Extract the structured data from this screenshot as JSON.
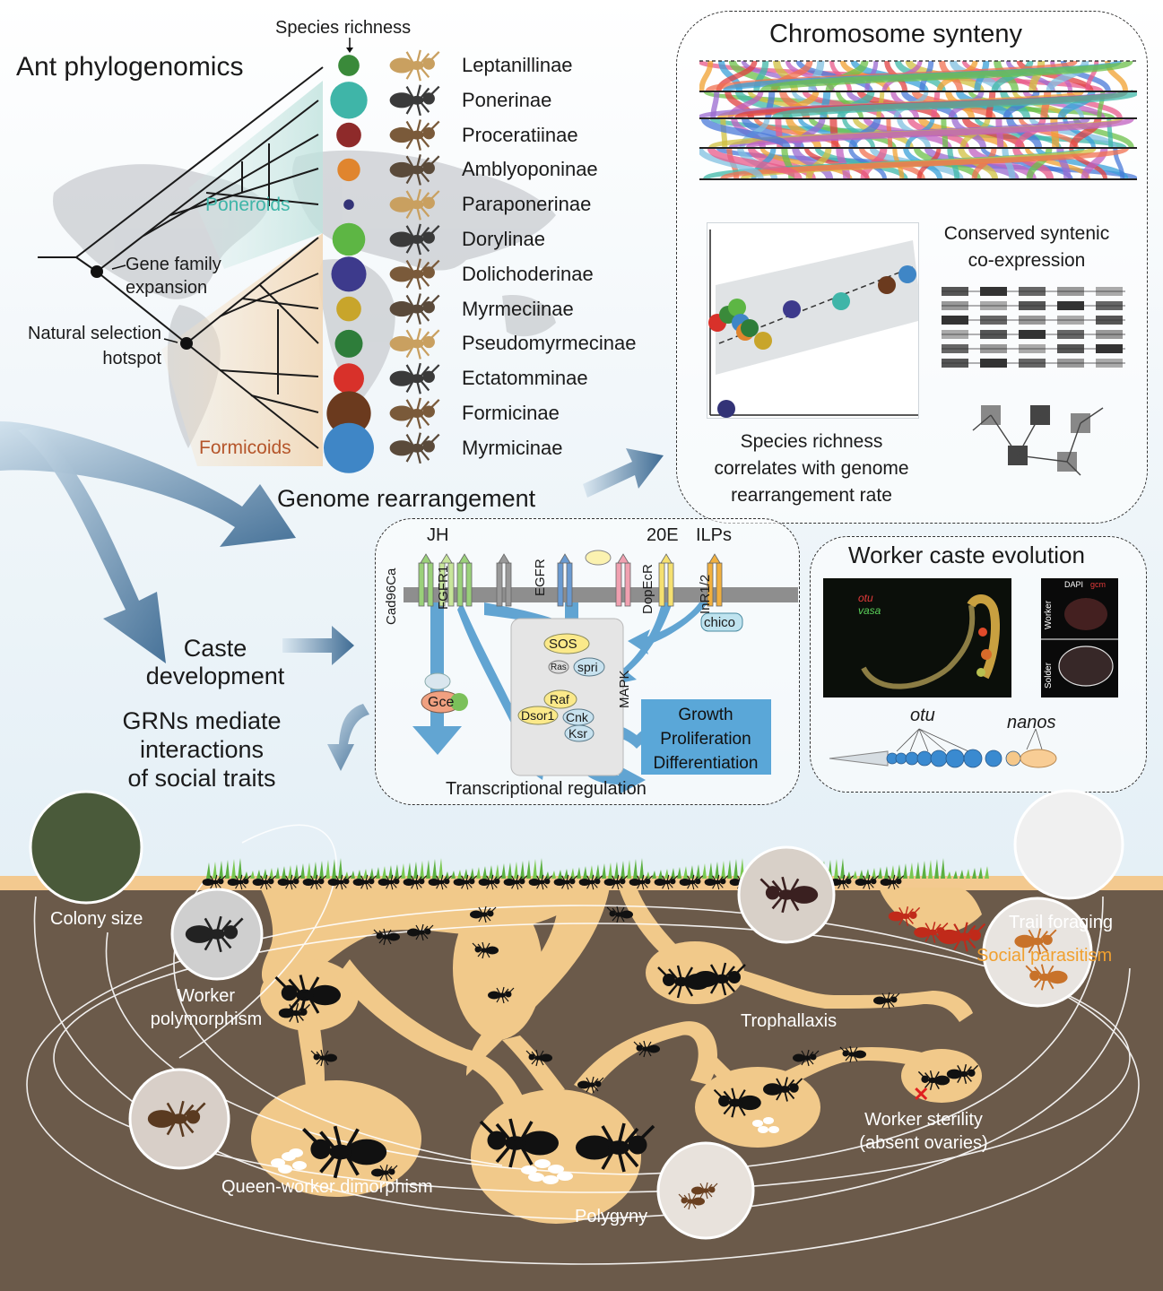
{
  "phylogeny": {
    "title": "Ant phylogenomics",
    "species_richness_label": "Species richness",
    "clade_poneroids": "Poneroids",
    "clade_formicoids": "Formicoids",
    "gene_family_expansion": [
      "Gene family",
      "expansion"
    ],
    "natural_selection_hotspot": [
      "Natural selection",
      "hotspot"
    ],
    "subfamilies": [
      {
        "name": "Leptanillinae",
        "color": "#3a8a3a",
        "richness": 1
      },
      {
        "name": "Ponerinae",
        "color": "#3fb5a8",
        "richness": 4
      },
      {
        "name": "Proceratiinae",
        "color": "#8e2a2a",
        "richness": 1.5
      },
      {
        "name": "Amblyoponinae",
        "color": "#e0852e",
        "richness": 1.2
      },
      {
        "name": "Paraponerinae",
        "color": "#333377",
        "richness": 0.1
      },
      {
        "name": "Dorylinae",
        "color": "#5db644",
        "richness": 3
      },
      {
        "name": "Dolichoderinae",
        "color": "#3d3a8c",
        "richness": 3.5
      },
      {
        "name": "Myrmeciinae",
        "color": "#c8a52b",
        "richness": 1.5
      },
      {
        "name": "Pseudomyrmecinae",
        "color": "#2e7d3a",
        "richness": 2
      },
      {
        "name": "Ectatomminae",
        "color": "#d8312a",
        "richness": 2.5
      },
      {
        "name": "Formicinae",
        "color": "#6b3a1e",
        "richness": 6
      },
      {
        "name": "Myrmicinae",
        "color": "#3f86c6",
        "richness": 8
      }
    ]
  },
  "synteny": {
    "title": "Chromosome synteny",
    "conserved_title": [
      "Conserved syntenic",
      "co-expression"
    ],
    "caption": [
      "Species richness",
      "correlates with genome",
      "rearrangement rate"
    ]
  },
  "arrows": {
    "genome_rearrangement": "Genome rearrangement",
    "caste_development": [
      "Caste",
      "development"
    ],
    "grns": [
      "GRNs mediate",
      "interactions",
      "of social traits"
    ]
  },
  "pathway": {
    "labels": {
      "jh": "JH",
      "e20": "20E",
      "ilps": "ILPs",
      "cad96ca": "Cad96Ca",
      "fgfr1": "FGFR1",
      "egfr": "EGFR",
      "dopecr": "DopEcR",
      "inr": "InR1/2",
      "chico": "chico",
      "sos": "SOS",
      "ras": "Ras",
      "spri": "spri",
      "raf": "Raf",
      "dsor1": "Dsor1",
      "cnk": "Cnk",
      "ksr": "Ksr",
      "gce": "Gce",
      "mapk": "MAPK"
    },
    "outcome": [
      "Growth",
      "Proliferation",
      "Differentiation"
    ],
    "footer": "Transcriptional regulation"
  },
  "worker_caste": {
    "title": "Worker caste evolution",
    "fluor_labels": {
      "otu": "otu",
      "vasa": "vasa"
    },
    "brain_labels": {
      "dapi": "DAPI",
      "gcm": "gcm",
      "worker": "Worker",
      "soldier": "Solder"
    },
    "gene_labels": {
      "otu": "otu",
      "nanos": "nanos"
    }
  },
  "colony": {
    "colony_size": "Colony size",
    "worker_polymorphism": [
      "Worker",
      "polymorphism"
    ],
    "trophallaxis": "Trophallaxis",
    "trail_foraging": "Trail foraging",
    "social_parasitism": "Social parasitism",
    "worker_sterility": [
      "Worker sterility",
      "(absent ovaries)"
    ],
    "queen_worker_dimorphism": "Queen-worker dimorphism",
    "polygyny": "Polygyny"
  },
  "colors": {
    "soil": "#6b5a4a",
    "tunnel": "#f1c98a",
    "ground": "#f3c98f",
    "grass": "#5cb040",
    "arrow": "#4b78a0",
    "pathway_blue": "#5aa0d0",
    "poneroids": "#3fb5a8",
    "formicoids": "#b5552a",
    "parasitism": "#f0a030"
  }
}
